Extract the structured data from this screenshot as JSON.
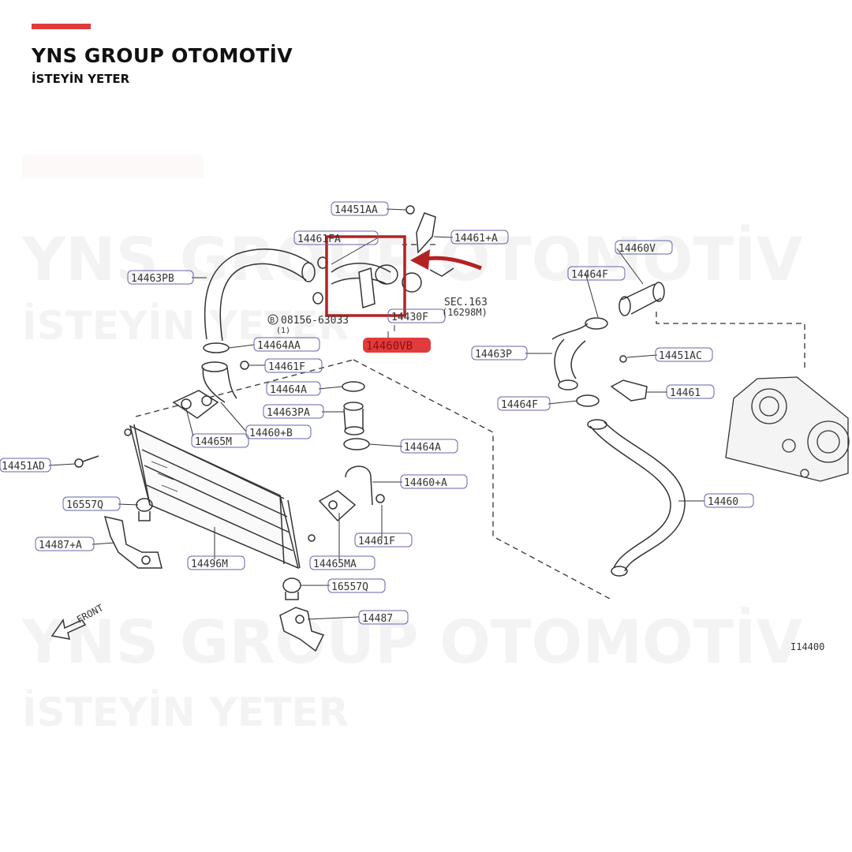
{
  "brand": {
    "name": "YNS GROUP OTOMOTİV",
    "tagline": "İSTEYİN YETER",
    "accent_color": "#e03a3a"
  },
  "watermark": {
    "line1": "YNS GROUP OTOMOTİV",
    "line2": "İSTEYİN YETER"
  },
  "diagram": {
    "highlight_color": "#b32222",
    "callout_color": "#6666aa",
    "parts": {
      "p14451AA": "14451AA",
      "p14461FA": "14461FA",
      "p14461A": "14461+A",
      "p14460V": "14460V",
      "p14463PB": "14463PB",
      "p14464F_top": "14464F",
      "p08156": "08156-63033",
      "p08156_qty": "(1)",
      "p14430F": "14430F",
      "p14460VB": "14460VB",
      "p14464AA": "14464AA",
      "p14461F_top": "14461F",
      "p14463P": "14463P",
      "p14451AC": "14451AC",
      "p14464A_top": "14464A",
      "p14461": "14461",
      "p14463PA": "14463PA",
      "p14464F_mid": "14464F",
      "p14465M": "14465M",
      "p14460B": "14460+B",
      "p14464A_mid": "14464A",
      "p14451AD": "14451AD",
      "p14460A": "14460+A",
      "p14460": "14460",
      "p16557Q_left": "16557Q",
      "p14461F_mid": "14461F",
      "p14487A": "14487+A",
      "p14496M": "14496M",
      "p14465MA": "14465MA",
      "p16557Q_bot": "16557Q",
      "p14487": "14487"
    },
    "sec_ref": "SEC.163",
    "sec_ref_sub": "(16298M)",
    "bolt_symbol": "B",
    "front_label": "FRONT",
    "drawing_code": "I14400"
  }
}
